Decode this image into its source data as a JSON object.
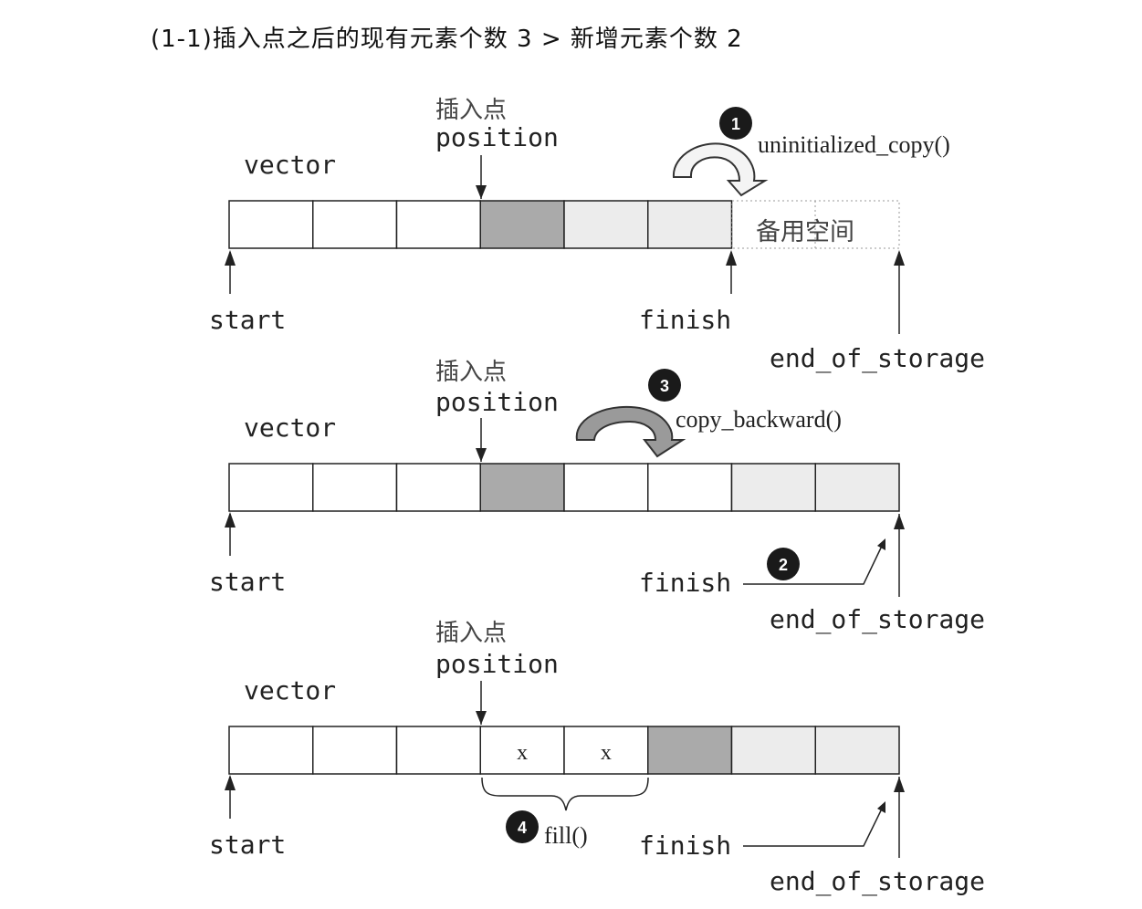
{
  "title": "(1-1)插入点之后的现有元素个数 3 > 新增元素个数 2",
  "colors": {
    "ink": "#222222",
    "position_cell": "#aaaaaa",
    "light_cell": "#ececec",
    "empty_cell": "#ffffff",
    "curve_arrow_light": "#f2f2f2",
    "curve_arrow_dark": "#9a9a9a",
    "step_badge": "#1a1a1a"
  },
  "panels": [
    {
      "vector_label": "vector",
      "insert_point_label": "插入点",
      "position_label": "position",
      "start_label": "start",
      "finish_label": "finish",
      "end_of_storage_label": "end_of_storage",
      "spare_space_label": "备用空间",
      "cells": [
        "empty",
        "empty",
        "empty",
        "position",
        "light",
        "light",
        "spare",
        "spare"
      ],
      "step": {
        "number": "1",
        "label": "uninitialized_copy()"
      }
    },
    {
      "vector_label": "vector",
      "insert_point_label": "插入点",
      "position_label": "position",
      "start_label": "start",
      "finish_label": "finish",
      "end_of_storage_label": "end_of_storage",
      "cells": [
        "empty",
        "empty",
        "empty",
        "position",
        "empty",
        "empty",
        "light",
        "light"
      ],
      "step": {
        "number": "3",
        "label": "copy_backward()"
      },
      "finish_step": {
        "number": "2"
      }
    },
    {
      "vector_label": "vector",
      "insert_point_label": "插入点",
      "position_label": "position",
      "start_label": "start",
      "finish_label": "finish",
      "end_of_storage_label": "end_of_storage",
      "cells": [
        "empty",
        "empty",
        "empty",
        "x",
        "x",
        "position",
        "light",
        "light"
      ],
      "cell_text": [
        "",
        "",
        "",
        "x",
        "x",
        "",
        "",
        ""
      ],
      "step": {
        "number": "4",
        "label": "fill()"
      }
    }
  ]
}
